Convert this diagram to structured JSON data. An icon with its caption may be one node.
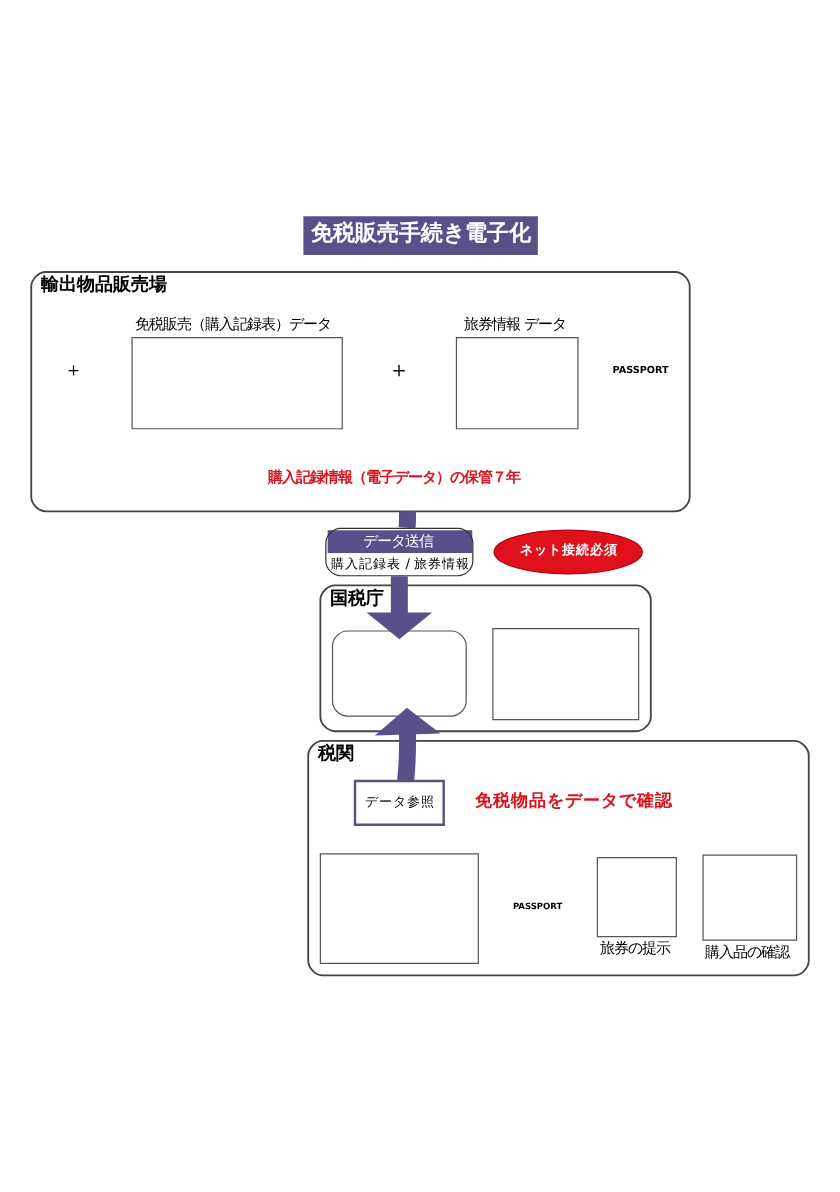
{
  "diagram": {
    "title": "免税販売手続き電子化",
    "nodes": [
      {
        "text": [
          "輸出物品販売場"
        ]
      },
      {
        "text": [],
        "shape": "box",
        "in": 0,
        "beside": [
          "免税販売（購入記録表）データ"
        ]
      },
      {
        "text": [],
        "shape": "box",
        "in": 0,
        "beside": [
          "旅券情報 データ"
        ]
      },
      {
        "text": [
          "データ送信",
          "購入記録表 / 旅券情報"
        ]
      },
      {
        "text": [
          "ネット接続必須"
        ]
      },
      {
        "text": [
          "国税庁"
        ]
      },
      {
        "text": [],
        "shape": "cloud",
        "in": 5
      },
      {
        "text": [],
        "shape": "box",
        "in": 5
      },
      {
        "text": [
          "税関"
        ]
      },
      {
        "text": [
          "データ参照"
        ],
        "in": 8
      },
      {
        "text": [],
        "shape": "box",
        "in": 8
      },
      {
        "text": [],
        "shape": "box",
        "in": 8,
        "beside": [
          "旅券の提示"
        ]
      },
      {
        "text": [],
        "shape": "box",
        "in": 8,
        "beside": [
          "購入品の確認"
        ]
      }
    ],
    "edges": [
      {
        "from": 0,
        "to": 3,
        "arrow": "none"
      },
      {
        "from": 3,
        "to": 6,
        "arrow": "to"
      },
      {
        "from": 9,
        "to": 6,
        "arrow": "to"
      }
    ],
    "labels": [
      "＋",
      "＋",
      "PASSPORT",
      "購入記録情報（電子データ）の保管７年",
      "免税物品をデータで確認",
      "PASSPORT"
    ]
  }
}
